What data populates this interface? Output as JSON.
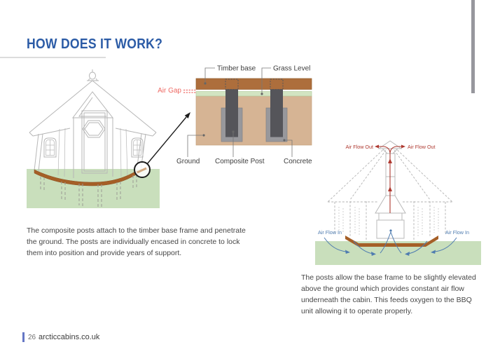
{
  "header": {
    "title": "HOW DOES IT WORK?"
  },
  "cross_section": {
    "labels": {
      "timber_base": "Timber base",
      "grass_level": "Grass Level",
      "air_gap": "Air Gap",
      "ground": "Ground",
      "composite_post": "Composite Post",
      "concrete": "Concrete"
    }
  },
  "airflow": {
    "labels": {
      "out_left": "Air Flow Out",
      "out_right": "Air Flow Out",
      "in_left": "Air Flow In",
      "in_right": "Air Flow In"
    }
  },
  "captions": {
    "left": "The composite posts attach to the timber base frame and penetrate the ground. The posts are individually encased in concrete to lock them into position and provide years of support.",
    "right": "The posts allow the base frame to be slightly elevated above the ground which provides constant air flow underneath the cabin. This feeds oxygen to the BBQ unit allowing it to operate properly."
  },
  "footer": {
    "page_number": "26",
    "website": "arcticcabins.co.uk"
  },
  "colors": {
    "title_blue": "#2b5ba6",
    "timber_brown": "#ad6e3c",
    "base_brown": "#a55f27",
    "ground_tan": "#d6b494",
    "grass_strip_green": "#d2e4c2",
    "lawn_green": "#c9dfbc",
    "post_gray": "#55555a",
    "concrete_gray": "#98989c",
    "air_gap_red": "#ee6a64",
    "flow_out_red": "#ae3930",
    "flow_in_blue": "#4f7cb0",
    "outline_gray": "#b6b6b6"
  }
}
